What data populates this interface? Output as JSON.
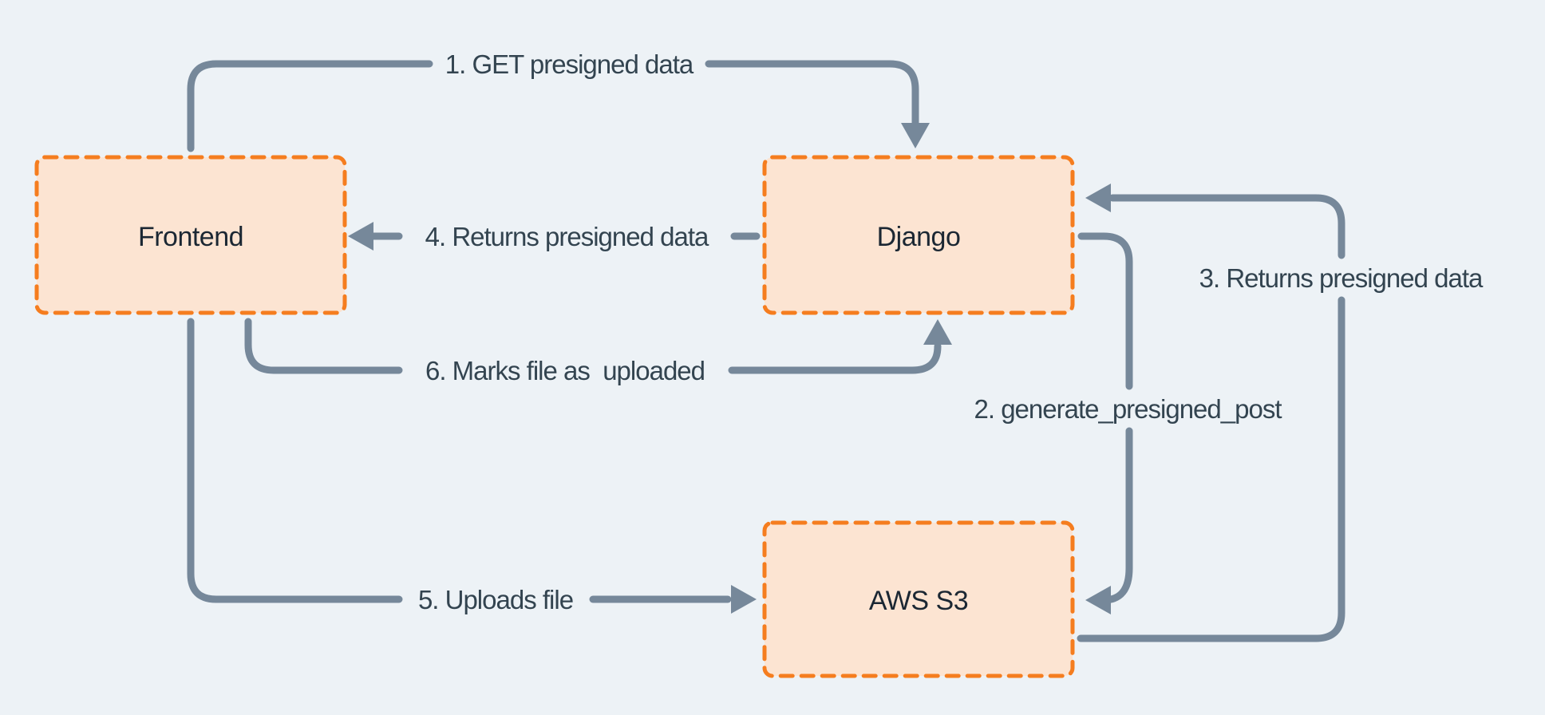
{
  "diagram": {
    "description": "Presigned upload flow diagram",
    "colors": {
      "background": "#edf2f6",
      "node_fill": "#fce4d2",
      "node_border": "#f57d1f",
      "arrow": "#76889a",
      "edge_label_text": "#334450",
      "node_label_text": "#1b2733"
    },
    "nodes": [
      {
        "id": "frontend",
        "label": "Frontend"
      },
      {
        "id": "django",
        "label": "Django"
      },
      {
        "id": "aws-s3",
        "label": "AWS S3"
      }
    ],
    "edges": [
      {
        "step": "1",
        "label": "1. GET presigned data",
        "from": "frontend",
        "to": "django"
      },
      {
        "step": "2",
        "label": "2. generate_presigned_post",
        "from": "django",
        "to": "aws-s3"
      },
      {
        "step": "3",
        "label": "3. Returns presigned data",
        "from": "aws-s3",
        "to": "django"
      },
      {
        "step": "4",
        "label": "4. Returns presigned data",
        "from": "django",
        "to": "frontend"
      },
      {
        "step": "5",
        "label": "5. Uploads file",
        "from": "frontend",
        "to": "aws-s3"
      },
      {
        "step": "6",
        "label": "6. Marks file as  uploaded",
        "from": "frontend",
        "to": "django"
      }
    ]
  }
}
